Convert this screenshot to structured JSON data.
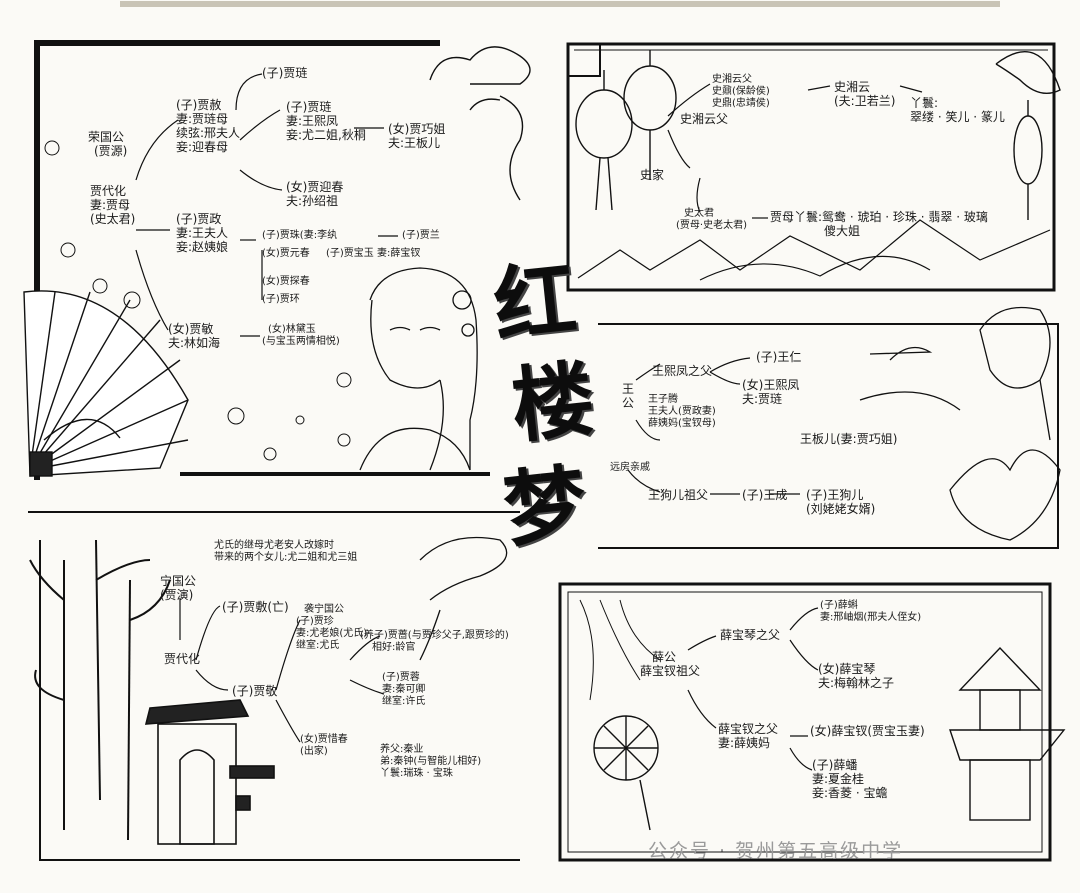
{
  "title": [
    "红",
    "楼",
    "梦"
  ],
  "watermark": "公众号 · 贺州第五高级中学",
  "jia_rong": {
    "ancestor": [
      "荣国公",
      "(贾源)"
    ],
    "daishan": [
      "贾代化",
      "妻:贾母",
      "(史太君)"
    ],
    "she_son": "(子)贾琏",
    "she": [
      "(子)贾赦",
      "妻:贾琏母",
      "续弦:邢夫人",
      "妾:迎春母"
    ],
    "lian": [
      "(女)贾巧姐",
      "夫:王板儿"
    ],
    "lian_wife": [
      "(子)贾琏",
      "妻:王熙凤",
      "妾:尤二姐,秋桐"
    ],
    "yingchun": [
      "(女)贾迎春",
      "夫:孙绍祖"
    ],
    "zheng": [
      "(子)贾政",
      "妻:王夫人",
      "妾:赵姨娘"
    ],
    "zhu": "(子)贾珠(妻:李纨",
    "lan": "(子)贾兰",
    "yuanchun": "(女)贾元春",
    "baoyu": "(子)贾宝玉 妻:薛宝钗",
    "tanchun": "(女)贾探春",
    "huan": "(子)贾环",
    "min": [
      "(女)贾敏",
      "夫:林如海"
    ],
    "daiyu": [
      "(女)林黛玉",
      "(与宝玉两情相悦)"
    ],
    "she_top": "(子)贾琏"
  },
  "shi": {
    "root": "史家",
    "father": "史湘云父",
    "aunt": [
      "史湘云父",
      "史鼐(保龄侯)",
      "史鼎(忠靖侯)"
    ],
    "xiangyun": [
      "史湘云",
      "(夫:卫若兰)"
    ],
    "maids1": [
      "丫鬟:",
      "翠缕 · 笑儿 · 篆儿"
    ],
    "taijun": [
      "史太君",
      "(贾母·史老太君)"
    ],
    "maids2": [
      "贾母丫鬟:鸳鸯 · 琥珀 · 珍珠 · 翡翠 · 玻璃",
      "傻大姐"
    ]
  },
  "wang": {
    "root": [
      "王",
      "公"
    ],
    "fengfather": "王熙凤之父",
    "ren": "(子)王仁",
    "feng": [
      "(女)王熙凤",
      "夫:贾琏"
    ],
    "ziteng": [
      "王子腾",
      "王夫人(贾政妻)",
      "薛姨妈(宝钗母)"
    ],
    "qiaojie": "王板儿(妻:贾巧姐)",
    "relative": "远房亲戚",
    "goner_father": "王狗儿祖父",
    "cheng": "(子)王成",
    "gouer": [
      "(子)王狗儿",
      "(刘姥姥女婿)"
    ]
  },
  "ningguo": {
    "top_note": [
      "尤氏的继母尤老安人改嫁时",
      "带来的两个女儿:尤二姐和尤三姐"
    ],
    "ancestor": [
      "宁国公",
      "(贾演)"
    ],
    "daihua": "贾代化",
    "fu": "(子)贾敷(亡)",
    "jing": "(子)贾敬",
    "zhen": [
      "袭宁国公",
      "(子)贾珍",
      "妻:尤老娘(尤氏)",
      "继室:尤氏"
    ],
    "qiang": [
      "(养子)贾蔷(与贾珍父子,跟贾珍的)",
      "相好:龄官"
    ],
    "rong": [
      "(子)贾蓉",
      "妻:秦可卿",
      "继室:许氏"
    ],
    "qin": [
      "养父:秦业",
      "弟:秦钟(与智能儿相好)",
      "丫鬟:瑞珠 · 宝珠"
    ],
    "xichun": [
      "(女)贾惜春",
      "(出家)"
    ]
  },
  "xue": {
    "root": [
      "薛公",
      "薛宝钗祖父"
    ],
    "qin_father": "薛宝琴之父",
    "ke": [
      "(子)薛蝌",
      "妻:邢岫烟(邢夫人侄女)"
    ],
    "baoqin": [
      "(女)薛宝琴",
      "夫:梅翰林之子"
    ],
    "chai_father": [
      "薛宝钗之父",
      "妻:薛姨妈"
    ],
    "baochai": "(女)薛宝钗(贾宝玉妻)",
    "pan": [
      "(子)薛蟠",
      "妻:夏金桂",
      "妾:香菱 · 宝蟾"
    ]
  }
}
